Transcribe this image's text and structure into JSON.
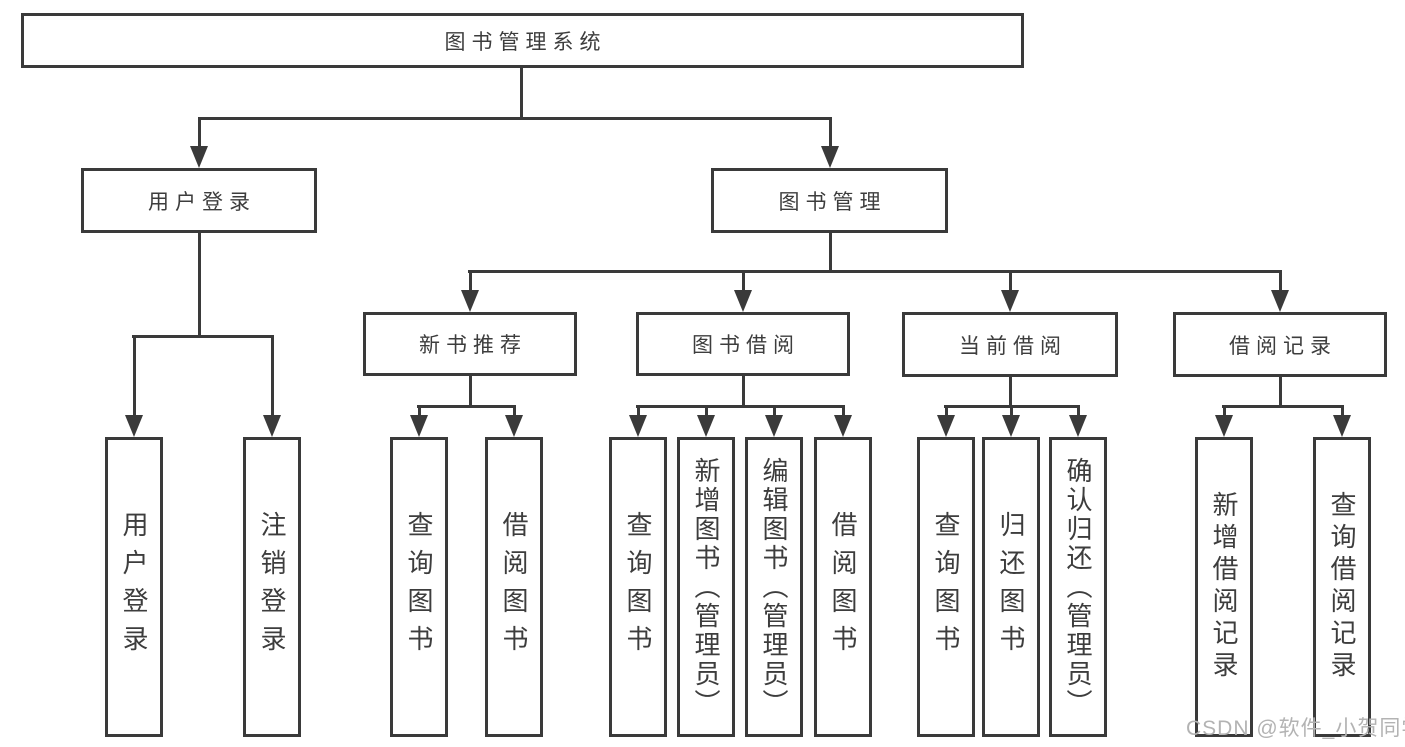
{
  "colors": {
    "line": "#3a3a3a",
    "text": "#3d3d3d",
    "watermark": "#b3b3b3",
    "background": "#ffffff"
  },
  "watermark": "CSDN @软件_小贺同学",
  "tree": {
    "root": "图书管理系统",
    "children": [
      {
        "label": "用户登录",
        "leaves": [
          "用户登录",
          "注销登录"
        ]
      },
      {
        "label": "图书管理",
        "groups": [
          {
            "label": "新书推荐",
            "leaves": [
              "查询图书",
              "借阅图书"
            ]
          },
          {
            "label": "图书借阅",
            "leaves": [
              "查询图书",
              "新增图书（管理员）",
              "编辑图书（管理员）",
              "借阅图书"
            ]
          },
          {
            "label": "当前借阅",
            "leaves": [
              "查询图书",
              "归还图书",
              "确认归还（管理员）"
            ]
          },
          {
            "label": "借阅记录",
            "leaves": [
              "新增借阅记录",
              "查询借阅记录"
            ]
          }
        ]
      }
    ]
  }
}
